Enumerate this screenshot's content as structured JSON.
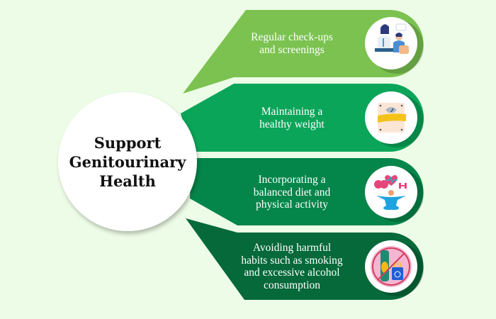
{
  "hub": {
    "title_lines": [
      "Support",
      "Genitourinary",
      "Health"
    ]
  },
  "items": [
    {
      "lines": [
        "Regular check-ups",
        "and screenings"
      ],
      "icon": "doctor-consultation-icon",
      "color": "#7BC250"
    },
    {
      "lines": [
        "Maintaining a",
        "healthy weight"
      ],
      "icon": "weight-scale-tape-icon",
      "color": "#0AA559"
    },
    {
      "lines": [
        "Incorporating a",
        "balanced diet and",
        "physical activity"
      ],
      "icon": "diet-exercise-icon",
      "color": "#04854A"
    },
    {
      "lines": [
        "Avoiding harmful",
        "habits such as smoking",
        "and excessive alcohol",
        "consumption"
      ],
      "icon": "no-smoking-alcohol-icon",
      "color": "#05693A"
    }
  ],
  "colors": {
    "background": "#EDFCE6",
    "hub_fill": "#FFFFFF",
    "text_on_band": "#FFFFFF"
  }
}
